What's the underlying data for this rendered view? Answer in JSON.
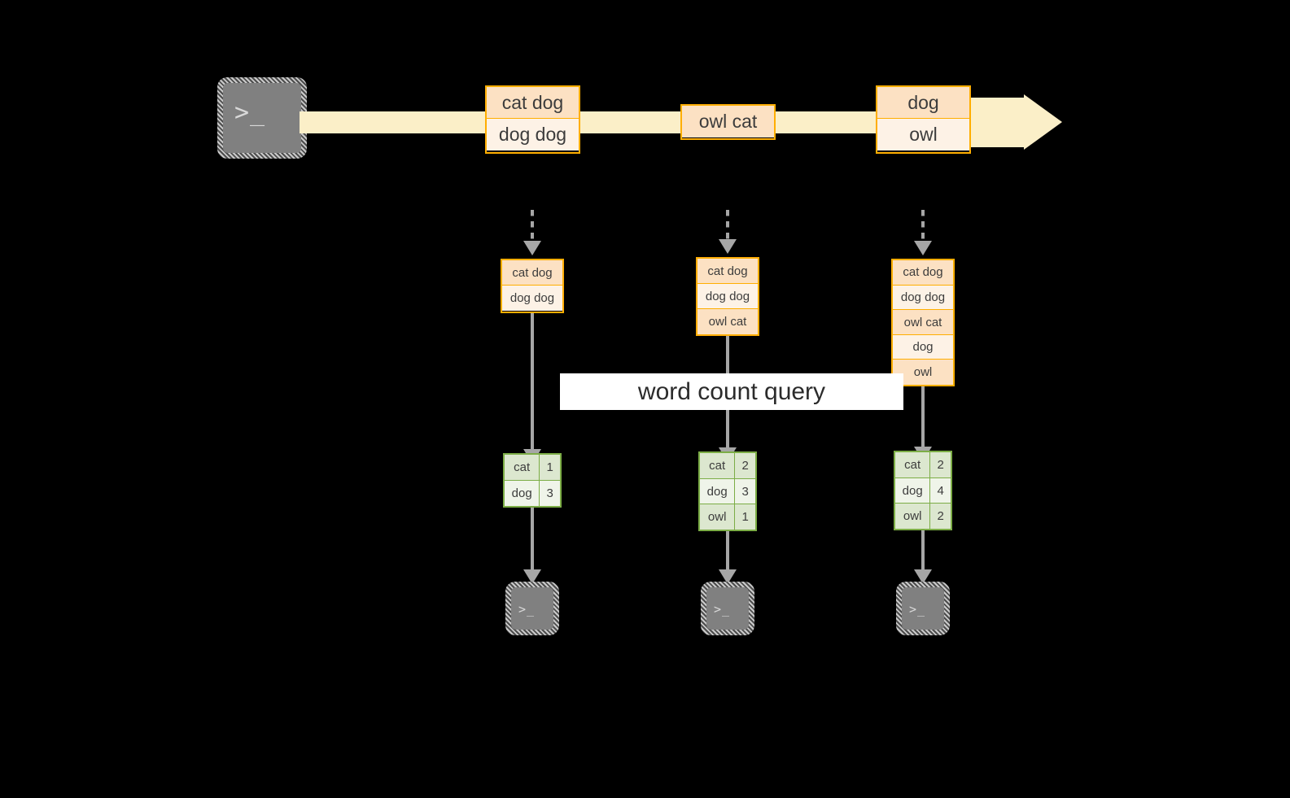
{
  "diagram": {
    "title": "word count query",
    "colors": {
      "background": "#000000",
      "event_border": "#FFAE00",
      "event_fill_dark": "#FCE1C3",
      "event_fill_light": "#FDF2E6",
      "stream_band": "#FBEFC8",
      "result_border": "#7CAD46",
      "result_fill_dark": "#DCE7CF",
      "result_fill_light": "#EFF4E9",
      "arrow": "#A6A6A6",
      "terminal_fill": "#808080",
      "banner_fill": "#FFFFFF"
    }
  },
  "source": {
    "terminal_icon": "terminal-prompt-icon",
    "glyph": ">_"
  },
  "stream": {
    "events": [
      {
        "id": "event-1",
        "lines": [
          "cat dog",
          "dog dog"
        ]
      },
      {
        "id": "event-2",
        "lines": [
          "owl cat"
        ]
      },
      {
        "id": "event-3",
        "lines": [
          "dog",
          "owl"
        ]
      }
    ]
  },
  "query_banner": {
    "label": "word count query"
  },
  "columns": [
    {
      "id": "snapshot-1",
      "accumulated": [
        "cat dog",
        "dog dog"
      ],
      "result": {
        "rows": [
          {
            "word": "cat",
            "count": "1"
          },
          {
            "word": "dog",
            "count": "3"
          }
        ]
      },
      "sink_icon": "terminal-prompt-icon",
      "sink_glyph": ">_"
    },
    {
      "id": "snapshot-2",
      "accumulated": [
        "cat dog",
        "dog dog",
        "owl cat"
      ],
      "result": {
        "rows": [
          {
            "word": "cat",
            "count": "2"
          },
          {
            "word": "dog",
            "count": "3"
          },
          {
            "word": "owl",
            "count": "1"
          }
        ]
      },
      "sink_icon": "terminal-prompt-icon",
      "sink_glyph": ">_"
    },
    {
      "id": "snapshot-3",
      "accumulated": [
        "cat dog",
        "dog dog",
        "owl cat",
        "dog",
        "owl"
      ],
      "result": {
        "rows": [
          {
            "word": "cat",
            "count": "2"
          },
          {
            "word": "dog",
            "count": "4"
          },
          {
            "word": "owl",
            "count": "2"
          }
        ]
      },
      "sink_icon": "terminal-prompt-icon",
      "sink_glyph": ">_"
    }
  ]
}
